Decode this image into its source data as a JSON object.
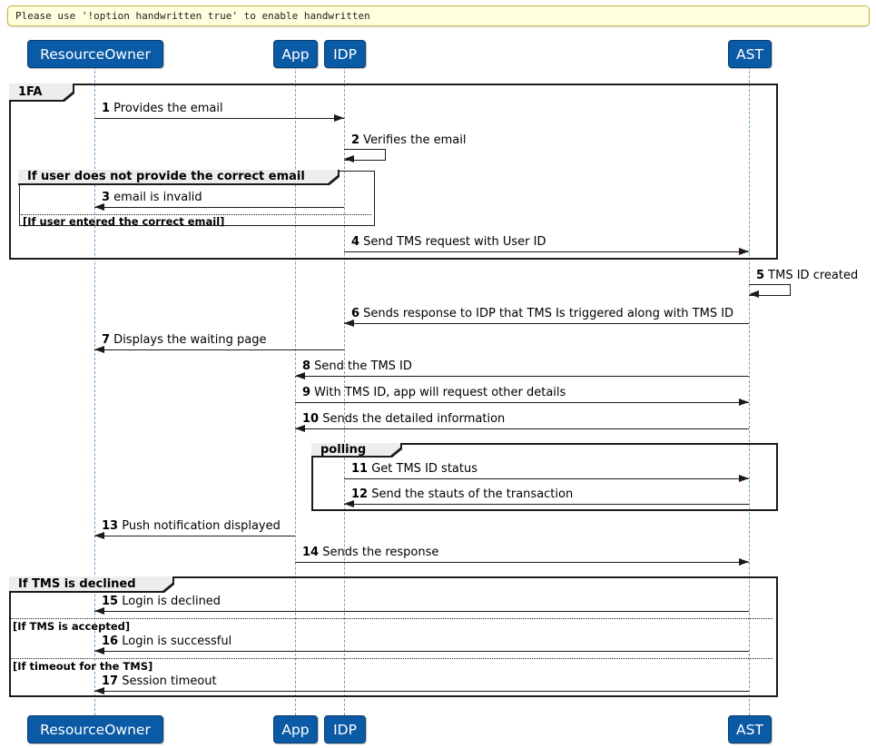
{
  "note": {
    "text": "Please use '!option handwritten true' to enable handwritten"
  },
  "participants": [
    {
      "id": "ResourceOwner",
      "label": "ResourceOwner"
    },
    {
      "id": "App",
      "label": "App"
    },
    {
      "id": "IDP",
      "label": "IDP"
    },
    {
      "id": "AST",
      "label": "AST"
    }
  ],
  "frames": [
    {
      "id": "1fa",
      "label": "1FA"
    },
    {
      "id": "email-check",
      "label": "If user does not provide the correct email"
    },
    {
      "id": "polling",
      "label": "polling"
    },
    {
      "id": "tms-result",
      "label": "If TMS is declined"
    }
  ],
  "dividers": [
    {
      "label": "[If user entered the correct email]"
    },
    {
      "label": "[If TMS is accepted]"
    },
    {
      "label": "[If timeout for the TMS]"
    }
  ],
  "messages": [
    {
      "num": "1",
      "text": "Provides the email",
      "from": "ResourceOwner",
      "to": "IDP"
    },
    {
      "num": "2",
      "text": "Verifies the email",
      "from": "IDP",
      "to": "IDP"
    },
    {
      "num": "3",
      "text": "email is invalid",
      "from": "IDP",
      "to": "ResourceOwner"
    },
    {
      "num": "4",
      "text": "Send TMS request with User ID",
      "from": "IDP",
      "to": "AST"
    },
    {
      "num": "5",
      "text": "TMS ID created",
      "from": "AST",
      "to": "AST"
    },
    {
      "num": "6",
      "text": "Sends response to IDP that TMS Is triggered along with TMS ID",
      "from": "AST",
      "to": "IDP"
    },
    {
      "num": "7",
      "text": "Displays the waiting page",
      "from": "IDP",
      "to": "ResourceOwner"
    },
    {
      "num": "8",
      "text": "Send the TMS ID",
      "from": "AST",
      "to": "App"
    },
    {
      "num": "9",
      "text": "With TMS ID, app will request other details",
      "from": "App",
      "to": "AST"
    },
    {
      "num": "10",
      "text": "Sends the detailed information",
      "from": "AST",
      "to": "App"
    },
    {
      "num": "11",
      "text": "Get TMS ID status",
      "from": "IDP",
      "to": "AST"
    },
    {
      "num": "12",
      "text": "Send the stauts of the transaction",
      "from": "AST",
      "to": "IDP"
    },
    {
      "num": "13",
      "text": "Push notification displayed",
      "from": "App",
      "to": "ResourceOwner"
    },
    {
      "num": "14",
      "text": "Sends the response",
      "from": "App",
      "to": "AST"
    },
    {
      "num": "15",
      "text": "Login is declined",
      "from": "AST",
      "to": "ResourceOwner"
    },
    {
      "num": "16",
      "text": "Login is successful",
      "from": "AST",
      "to": "ResourceOwner"
    },
    {
      "num": "17",
      "text": "Session timeout",
      "from": "AST",
      "to": "ResourceOwner"
    }
  ],
  "colors": {
    "participant_fill": "#0B5AA5",
    "participant_border": "#083D6E",
    "lifeline": "#6C9EC8",
    "note_fill": "#FEFFDD",
    "note_border": "#CBB43B",
    "frame_border": "#1B1B1B",
    "frame_tab_fill": "#EDEDED",
    "arrow": "#1A1A1A"
  }
}
